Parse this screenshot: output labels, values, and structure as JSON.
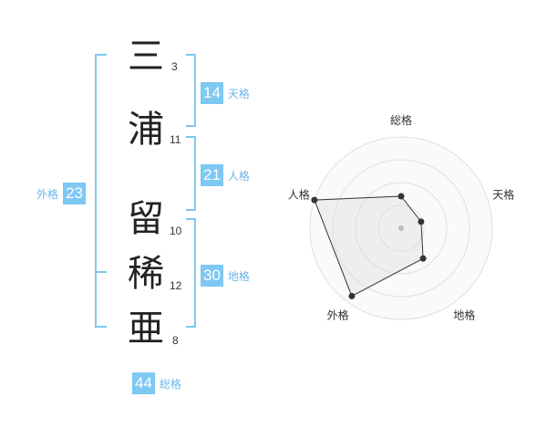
{
  "name_chars": [
    {
      "char": "三",
      "strokes": "3"
    },
    {
      "char": "浦",
      "strokes": "11"
    },
    {
      "char": "留",
      "strokes": "10"
    },
    {
      "char": "稀",
      "strokes": "12"
    },
    {
      "char": "亜",
      "strokes": "8"
    }
  ],
  "scores": {
    "tenkaku": {
      "value": "14",
      "label": "天格"
    },
    "jinkaku": {
      "value": "21",
      "label": "人格"
    },
    "chikaku": {
      "value": "30",
      "label": "地格"
    },
    "gaikaku": {
      "value": "23",
      "label": "外格"
    },
    "soukaku": {
      "value": "44",
      "label": "総格"
    }
  },
  "colors": {
    "accent": "#7ec8f4",
    "label": "#6bb6e8",
    "bracket": "#7ec8f4"
  },
  "chart_data": {
    "type": "radar",
    "axes": [
      "総格",
      "天格",
      "地格",
      "外格",
      "人格"
    ],
    "values": [
      0.35,
      0.23,
      0.41,
      0.92,
      1.0
    ],
    "rings": 4
  }
}
